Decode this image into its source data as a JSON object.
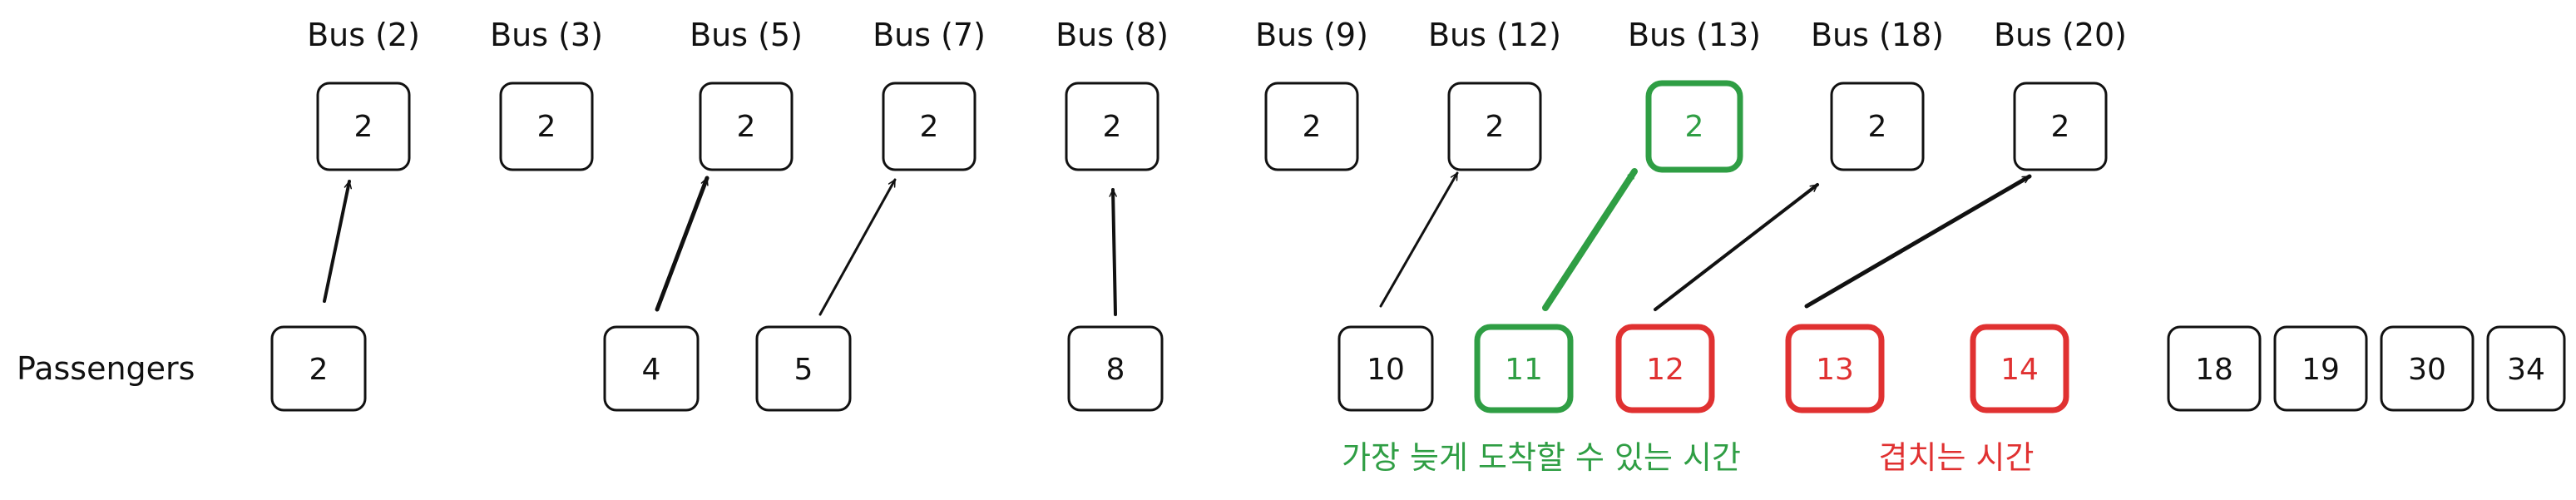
{
  "buses": [
    {
      "label": "Bus (2)",
      "count": "2",
      "highlight": "none"
    },
    {
      "label": "Bus (3)",
      "count": "2",
      "highlight": "none"
    },
    {
      "label": "Bus (5)",
      "count": "2",
      "highlight": "none"
    },
    {
      "label": "Bus (7)",
      "count": "2",
      "highlight": "none"
    },
    {
      "label": "Bus (8)",
      "count": "2",
      "highlight": "none"
    },
    {
      "label": "Bus (9)",
      "count": "2",
      "highlight": "none"
    },
    {
      "label": "Bus (12)",
      "count": "2",
      "highlight": "none"
    },
    {
      "label": "Bus (13)",
      "count": "2",
      "highlight": "green"
    },
    {
      "label": "Bus (18)",
      "count": "2",
      "highlight": "none"
    },
    {
      "label": "Bus (20)",
      "count": "2",
      "highlight": "none"
    }
  ],
  "passengers_label": "Passengers",
  "passengers": [
    {
      "value": "2",
      "highlight": "none"
    },
    {
      "value": "4",
      "highlight": "none"
    },
    {
      "value": "5",
      "highlight": "none"
    },
    {
      "value": "8",
      "highlight": "none"
    },
    {
      "value": "10",
      "highlight": "none"
    },
    {
      "value": "11",
      "highlight": "green"
    },
    {
      "value": "12",
      "highlight": "red"
    },
    {
      "value": "13",
      "highlight": "red"
    },
    {
      "value": "14",
      "highlight": "red"
    },
    {
      "value": "18",
      "highlight": "none"
    },
    {
      "value": "19",
      "highlight": "none"
    },
    {
      "value": "30",
      "highlight": "none"
    },
    {
      "value": "34",
      "highlight": "none"
    }
  ],
  "connections": [
    {
      "from": "2",
      "to": "Bus (2)",
      "highlight": "none"
    },
    {
      "from": "4",
      "to": "Bus (5)",
      "highlight": "none"
    },
    {
      "from": "5",
      "to": "Bus (7)",
      "highlight": "none"
    },
    {
      "from": "8",
      "to": "Bus (8)",
      "highlight": "none"
    },
    {
      "from": "10",
      "to": "Bus (12)",
      "highlight": "none"
    },
    {
      "from": "11",
      "to": "Bus (13)",
      "highlight": "green"
    },
    {
      "from": "12",
      "to": "Bus (18)",
      "highlight": "none"
    },
    {
      "from": "13",
      "to": "Bus (20)",
      "highlight": "none"
    }
  ],
  "annotations": [
    {
      "text": "가장 늦게 도착할 수 있는 시간",
      "color": "green"
    },
    {
      "text": "겹치는 시간",
      "color": "red"
    }
  ],
  "colors": {
    "ink": "#111111",
    "green": "#2f9e44",
    "red": "#e03131"
  }
}
